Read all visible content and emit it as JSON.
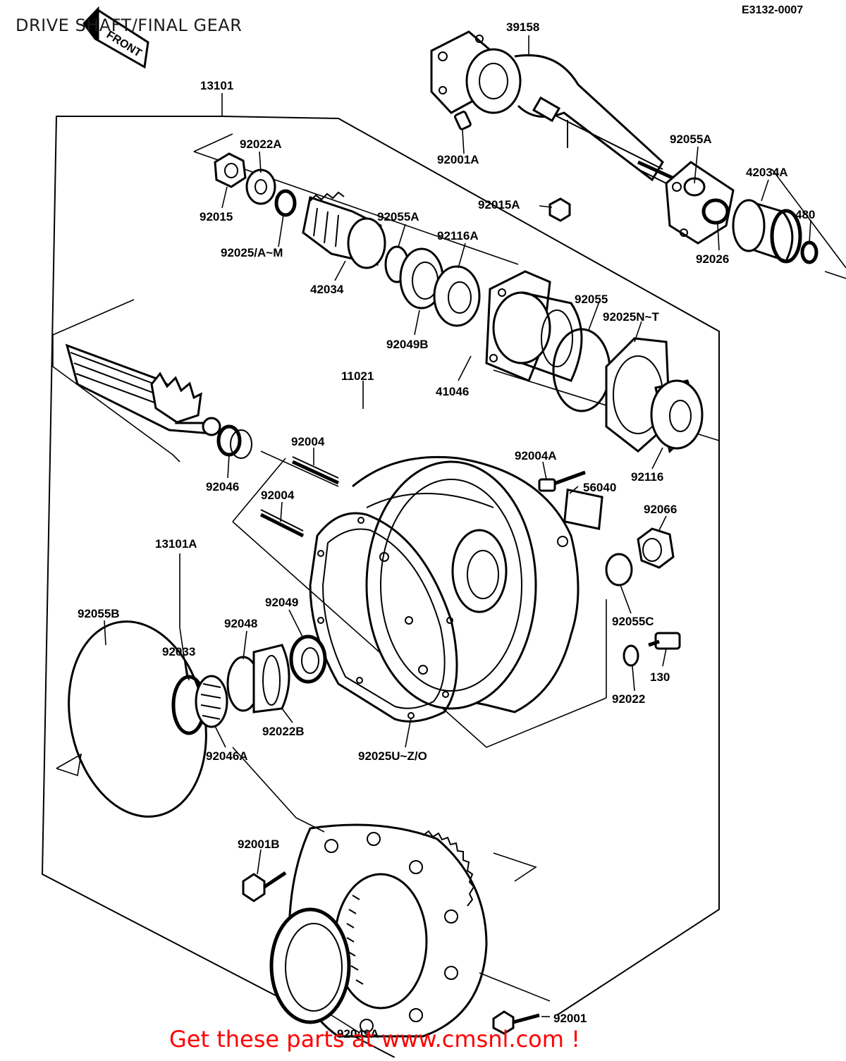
{
  "header": {
    "title": "DRIVE SHAFT/FINAL GEAR",
    "diagram_code": "E3132-0007",
    "front_label": "FRONT"
  },
  "part_labels": [
    {
      "id": "39158"
    },
    {
      "id": "13101"
    },
    {
      "id": "92022A"
    },
    {
      "id": "92055A"
    },
    {
      "id": "92001A"
    },
    {
      "id": "42034A"
    },
    {
      "id": "92015"
    },
    {
      "id": "92015A"
    },
    {
      "id": "480"
    },
    {
      "id": "92055A_b",
      "text": "92055A"
    },
    {
      "id": "92025AM",
      "text": "92025/A~M"
    },
    {
      "id": "92116A"
    },
    {
      "id": "92026"
    },
    {
      "id": "42034"
    },
    {
      "id": "92055"
    },
    {
      "id": "92025NT",
      "text": "92025N~T"
    },
    {
      "id": "92049B"
    },
    {
      "id": "41046"
    },
    {
      "id": "11021"
    },
    {
      "id": "92004_a",
      "text": "92004"
    },
    {
      "id": "92004A"
    },
    {
      "id": "92116"
    },
    {
      "id": "92046"
    },
    {
      "id": "56040"
    },
    {
      "id": "92004_b",
      "text": "92004"
    },
    {
      "id": "92066"
    },
    {
      "id": "13101A"
    },
    {
      "id": "92049"
    },
    {
      "id": "92055B"
    },
    {
      "id": "92048"
    },
    {
      "id": "92055C"
    },
    {
      "id": "92033"
    },
    {
      "id": "130"
    },
    {
      "id": "92022"
    },
    {
      "id": "92022B"
    },
    {
      "id": "92046A"
    },
    {
      "id": "92025UZO",
      "text": "92025U~Z/O"
    },
    {
      "id": "92001B"
    },
    {
      "id": "92001"
    },
    {
      "id": "92049A"
    }
  ],
  "footer": {
    "text": "Get these parts at www.cmsnl.com !",
    "color": "#ff0000"
  }
}
